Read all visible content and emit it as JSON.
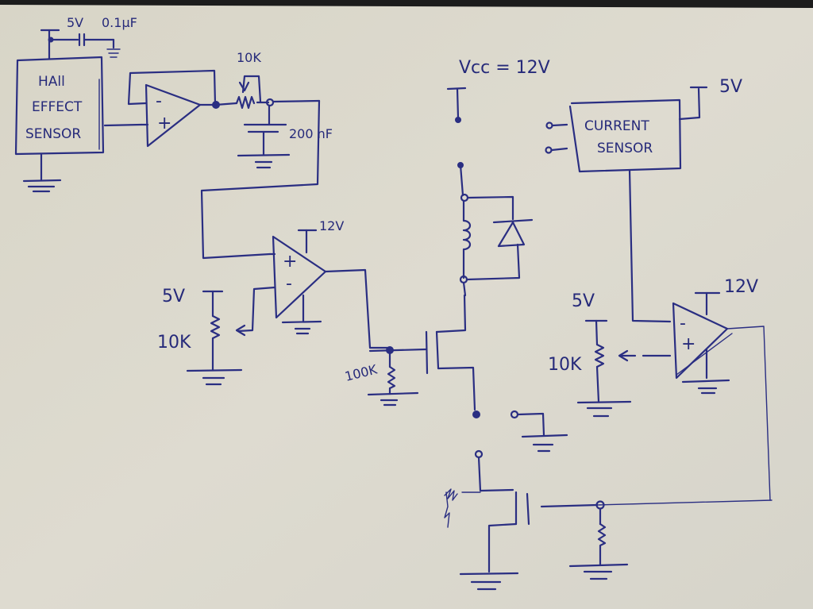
{
  "diagram": {
    "type": "hand-drawn circuit schematic",
    "colors": {
      "paper": "#dcd9cc",
      "ink": "#2a2e82",
      "background": "#1c1c1c"
    },
    "hall_sensor": {
      "label_line1": "HAll",
      "label_line2": "EFFECT",
      "label_line3": "SENSOR",
      "supply_label": "5V",
      "decoupling_cap_label": "0.1μF"
    },
    "buffer_opamp": {
      "minus": "-",
      "plus": "+"
    },
    "rc_filter": {
      "pot_label": "10K",
      "cap_label": "200 nF"
    },
    "comparator1": {
      "plus": "+",
      "minus": "-",
      "supply_label": "12V",
      "ref_supply_label": "5V",
      "ref_pot_label": "10K"
    },
    "mosfet1": {
      "gate_pulldown_label": "100K"
    },
    "relay": {
      "vcc_label": "Vcc = 12V"
    },
    "current_sensor": {
      "label_line1": "CURRENT",
      "label_line2": "SENSOR",
      "supply_label": "5V"
    },
    "comparator2": {
      "minus": "-",
      "plus": "+",
      "supply_label": "12V",
      "ref_supply_label": "5V",
      "ref_pot_label": "10K"
    }
  }
}
